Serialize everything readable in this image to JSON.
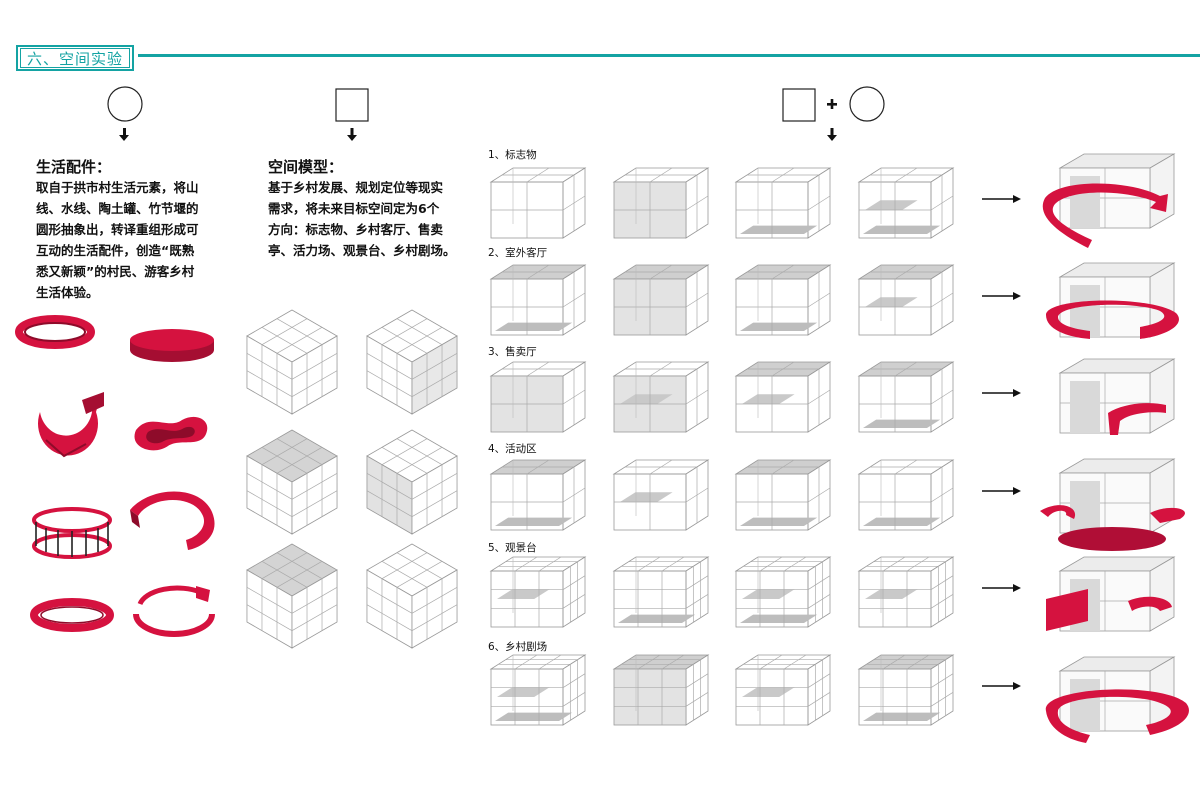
{
  "header": {
    "title": "六、空间实验",
    "accent_color": "#14a3a3"
  },
  "left": {
    "title": "生活配件：",
    "body_lines": [
      "取自于拱市村生活元素，将山",
      "线、水线、陶土罐、竹节堰的",
      "圆形抽象出，转译重组形成可",
      "互动的生活配件，创造“既熟",
      "悉又新颖”的村民、游客乡村",
      "生活体验。"
    ]
  },
  "middle": {
    "title": "空间模型：",
    "body_lines": [
      "基于乡村发展、规划定位等现实",
      "需求，将未来目标空间定为6个",
      "方向：标志物、乡村客厅、售卖",
      "亭、活力场、观景台、乡村剧场。"
    ]
  },
  "symbols": {
    "circle": "circle-shape",
    "square": "square-shape",
    "plus": "+",
    "arrow_down": "↓",
    "arrow_right": "→"
  },
  "rows": [
    {
      "label": "1、标志物"
    },
    {
      "label": "2、室外客厅"
    },
    {
      "label": "3、售卖厅"
    },
    {
      "label": "4、活动区"
    },
    {
      "label": "5、观景台"
    },
    {
      "label": "6、乡村剧场"
    }
  ],
  "colors": {
    "red": "#d5123f",
    "red_dark": "#8e0b2a",
    "grid_line": "#9a9a9a",
    "panel": "#d8d8d8"
  }
}
